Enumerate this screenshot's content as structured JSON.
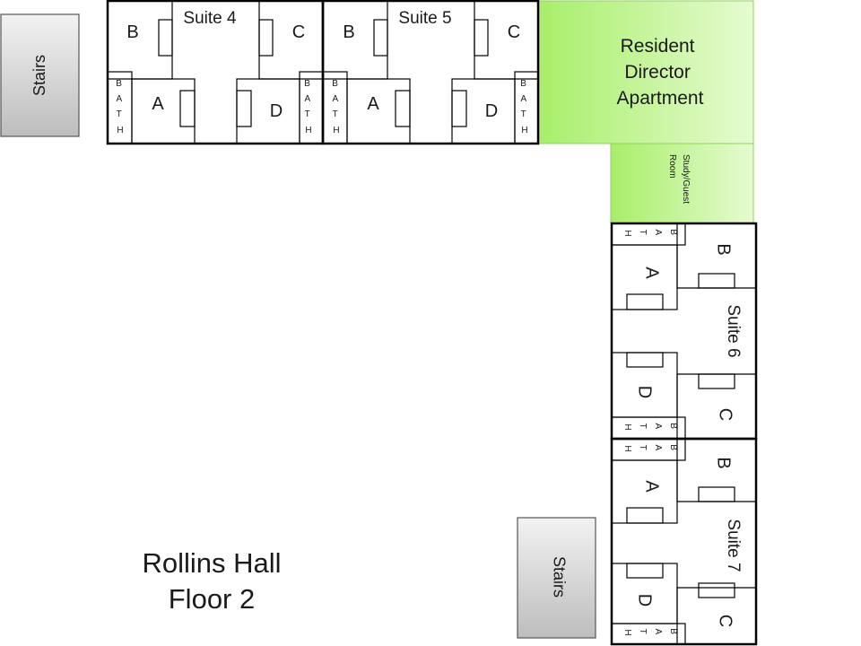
{
  "floorplan": {
    "title_line1": "Rollins Hall",
    "title_line2": "Floor 2",
    "stairs_label": "Stairs",
    "rd_apartment": [
      "Resident",
      "Director",
      "Apartment"
    ],
    "study_room": [
      "Study/Guest",
      "Room"
    ],
    "bath_letters": [
      "B",
      "A",
      "T",
      "H"
    ],
    "suites": [
      {
        "name": "Suite 4",
        "rooms": [
          "A",
          "B",
          "C",
          "D"
        ]
      },
      {
        "name": "Suite 5",
        "rooms": [
          "A",
          "B",
          "C",
          "D"
        ]
      },
      {
        "name": "Suite 6",
        "rooms": [
          "A",
          "B",
          "C",
          "D"
        ]
      },
      {
        "name": "Suite 7",
        "rooms": [
          "A",
          "B",
          "C",
          "D"
        ]
      }
    ],
    "colors": {
      "wall": "#000000",
      "apartment_green": "#b3f07a",
      "stairs_gray": "#c9c9c9"
    }
  }
}
